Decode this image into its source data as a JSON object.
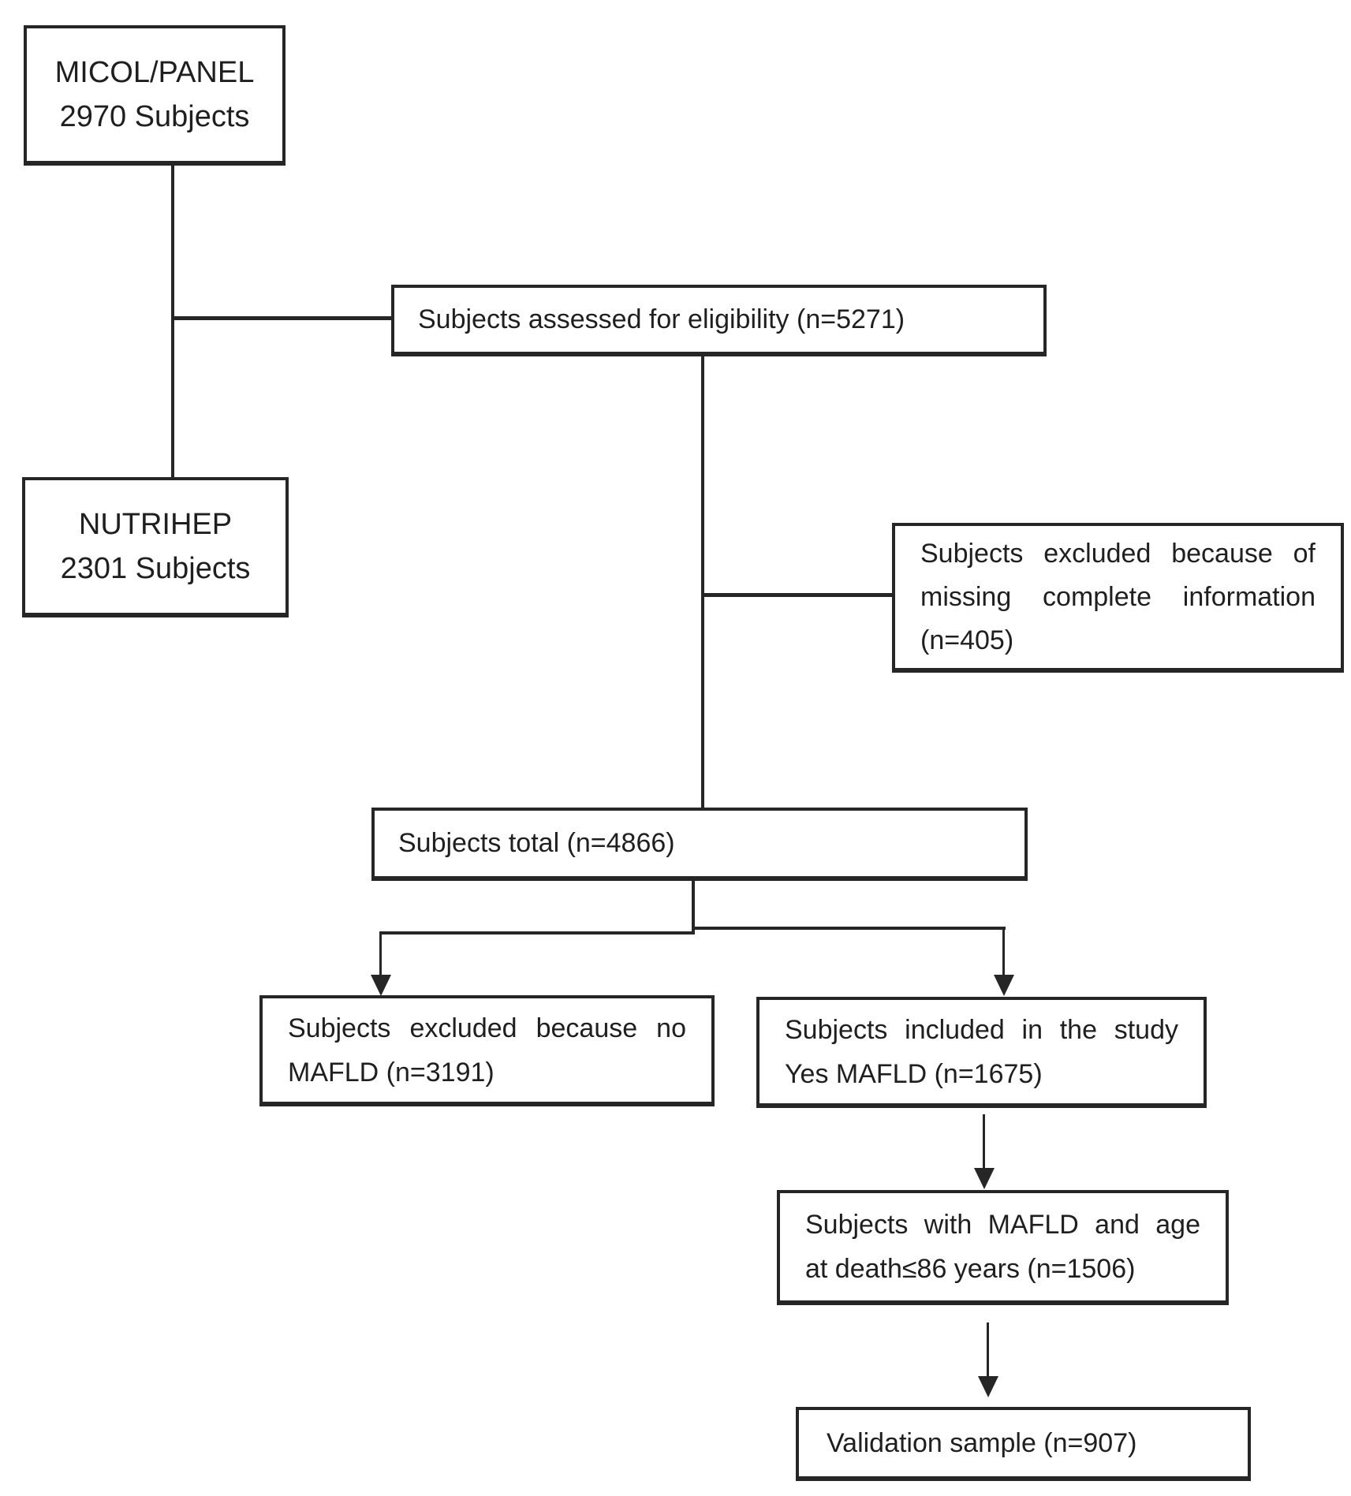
{
  "figure_type": "study-flow-diagram",
  "colors": {
    "background": "#ffffff",
    "line": "#262626",
    "text": "#1f1f1f"
  },
  "boxes": {
    "micol_panel": {
      "lines": [
        "MICOL/PANEL",
        "2970 Subjects"
      ]
    },
    "eligibility": {
      "lines": [
        "Subjects assessed for eligibility (n=5271)"
      ]
    },
    "nutrihep": {
      "lines": [
        "NUTRIHEP",
        "2301 Subjects"
      ]
    },
    "excluded_missing": {
      "lines": [
        "Subjects excluded because of",
        "missing complete information",
        "(n=405)"
      ]
    },
    "total": {
      "lines": [
        "Subjects total (n=4866)"
      ]
    },
    "excluded_no_mafld": {
      "lines": [
        "Subjects excluded because no",
        "MAFLD (n=3191)"
      ]
    },
    "included": {
      "lines": [
        "Subjects included in the study",
        "Yes MAFLD (n=1675)"
      ]
    },
    "mafld_age": {
      "lines": [
        "Subjects with MAFLD and age",
        "at death≤86 years (n=1506)"
      ]
    },
    "validation": {
      "lines": [
        "Validation sample (n=907)"
      ]
    }
  }
}
